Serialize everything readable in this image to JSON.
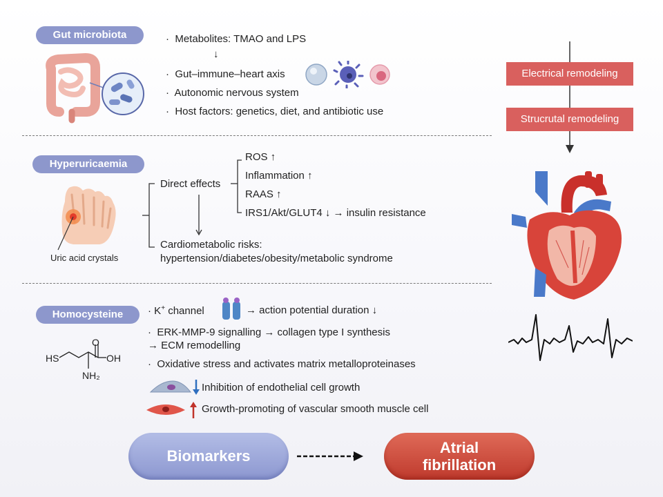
{
  "gut": {
    "label": "Gut microbiota",
    "items": [
      "Metabolites: TMAO and LPS",
      "Gut–immune–heart axis",
      "Autonomic nervous system",
      "Host factors: genetics, diet, and antibiotic use"
    ],
    "bullet": "·",
    "arrow": "↓"
  },
  "hyper": {
    "label": "Hyperuricaemia",
    "direct": "Direct effects",
    "effects": [
      "ROS ↑",
      "Inflammation ↑",
      "RAAS ↑",
      "IRS1/Akt/GLUT4 ↓ → insulin resistance"
    ],
    "risk_line1": "Cardiometabolic risks:",
    "risk_line2": "hypertension/diabetes/obesity/metabolic syndrome",
    "crystals": "Uric acid crystals"
  },
  "homo": {
    "label": "Homocysteine",
    "k_prefix": "K",
    "k_sup": "+",
    "k_suffix": " channel",
    "k_effect": "→ action potential duration ↓",
    "erk_line1": "ERK-MMP-9 signalling → collagen type I synthesis",
    "erk_line2": "→ ECM remodelling",
    "oxid": "Oxidative stress and activates matrix metalloproteinases",
    "endo": "Inhibition of endothelial cell growth",
    "vsmc": "Growth-promoting of vascular smooth muscle cell",
    "mol_hs": "HS",
    "mol_o": "O",
    "mol_oh": "OH",
    "mol_nh2": "NH₂"
  },
  "right": {
    "box1": "Electrical remodeling",
    "box2": "Strucrutal remodeling"
  },
  "bottom": {
    "biomarkers": "Biomarkers",
    "af_line1": "Atrial",
    "af_line2": "fibrillation"
  },
  "colors": {
    "pill": "#8d97cc",
    "red": "#d9605e",
    "biomarker": "#9aa5d9",
    "af": "#c8443a"
  }
}
